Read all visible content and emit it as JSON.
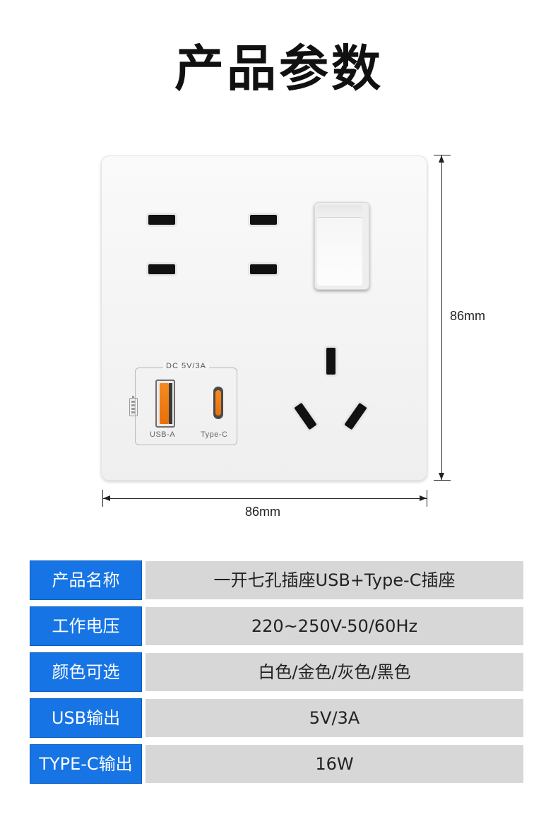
{
  "header": {
    "title": "产品参数"
  },
  "product": {
    "usb_group_label": "DC  5V/3A",
    "usb_a_label": "USB-A",
    "type_c_label": "Type-C",
    "width_label": "86mm",
    "height_label": "86mm"
  },
  "colors": {
    "key_background": "#1674e4",
    "value_background": "#d7d7d7",
    "port_accent": "#f58a1f"
  },
  "specs": [
    {
      "key": "产品名称",
      "value": "一开七孔插座USB+Type-C插座"
    },
    {
      "key": "工作电压",
      "value": "220~250V-50/60Hz"
    },
    {
      "key": "颜色可选",
      "value": "白色/金色/灰色/黑色"
    },
    {
      "key": "USB输出",
      "value": "5V/3A"
    },
    {
      "key": "TYPE-C输出",
      "value": "16W"
    }
  ]
}
